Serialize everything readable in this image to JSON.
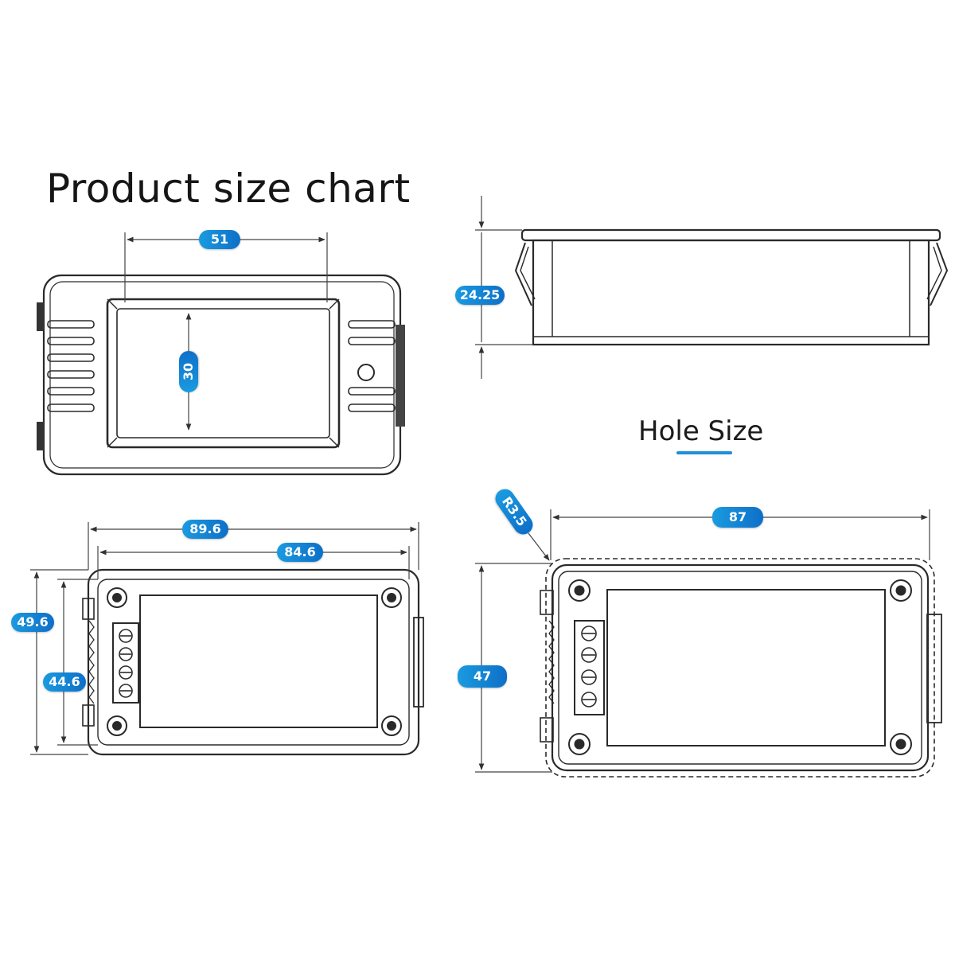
{
  "title": "Product size chart",
  "hole_title": "Hole Size",
  "dimensions": {
    "front_display_width": "51",
    "front_display_height": "30",
    "side_depth": "24.25",
    "back_outer_width": "89.6",
    "back_inner_width": "84.6",
    "back_outer_height": "49.6",
    "back_inner_height": "44.6",
    "hole_width": "87",
    "hole_height": "47",
    "hole_radius": "R3.5"
  },
  "colors": {
    "label_blue": "#1a8fdc",
    "line": "#2a2a2a",
    "dim_line": "#555555"
  }
}
